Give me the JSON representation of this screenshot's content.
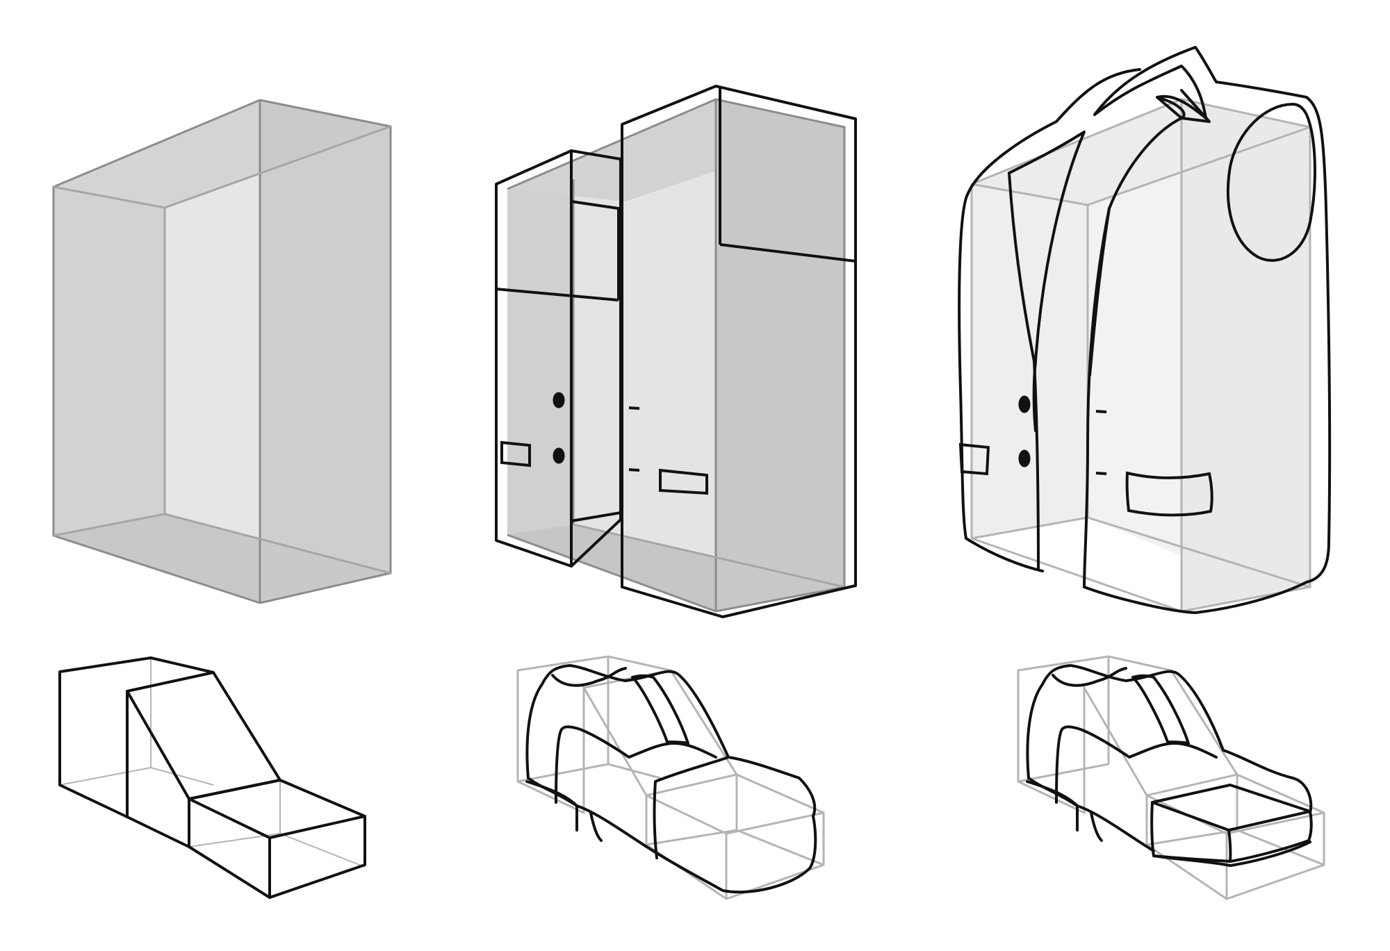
{
  "figure": {
    "panels": [
      {
        "id": "jacket-box",
        "subject": "box"
      },
      {
        "id": "jacket-panels",
        "subject": "box-with-jacket-panels"
      },
      {
        "id": "jacket-sketch",
        "subject": "jacket-over-box"
      },
      {
        "id": "shoe-blocks",
        "subject": "stepped-block"
      },
      {
        "id": "shoe-sketch",
        "subject": "shoe-over-blocks"
      },
      {
        "id": "shoe-refined",
        "subject": "shoe-with-boxed-toe"
      }
    ]
  },
  "colors": {
    "background": "#ffffff",
    "box_face_light": "#e6e6e6",
    "box_face_mid": "#d2d2d2",
    "box_face_dark": "#bfbfbf",
    "box_edge": "#8c8c8c",
    "guide_edge": "#b4b4b4",
    "ink": "#111111"
  }
}
